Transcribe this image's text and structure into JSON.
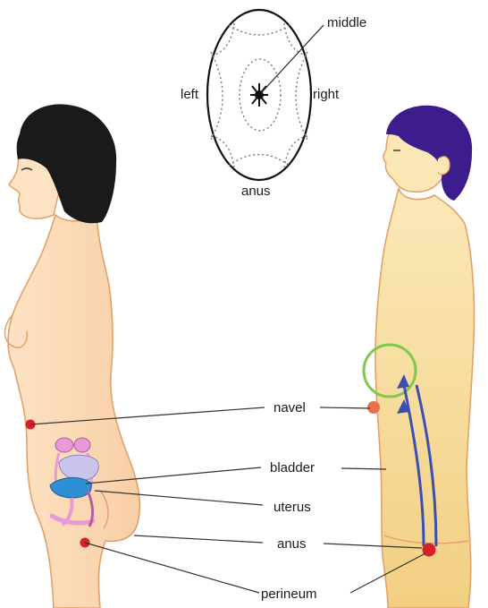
{
  "labels": {
    "middle": "middle",
    "left": "left",
    "right": "right",
    "anus_top": "anus",
    "navel": "navel",
    "bladder": "bladder",
    "uterus": "uterus",
    "anus": "anus",
    "perineum": "perineum"
  },
  "colors": {
    "skin_female": "#fbd8b4",
    "skin_male": "#f6dd9c",
    "outline": "#e2a06a",
    "hair_female": "#1a1a1a",
    "hair_male": "#3d1c8c",
    "point_red": "#d8202a",
    "navel_dot": "#e8704a",
    "circle_green": "#7ec850",
    "arrow_blue": "#3a4fb0",
    "bladder": "#c9c4ec",
    "uterus": "#2e8fd6",
    "ovaries": "#e79ad6",
    "line": "#333333"
  }
}
